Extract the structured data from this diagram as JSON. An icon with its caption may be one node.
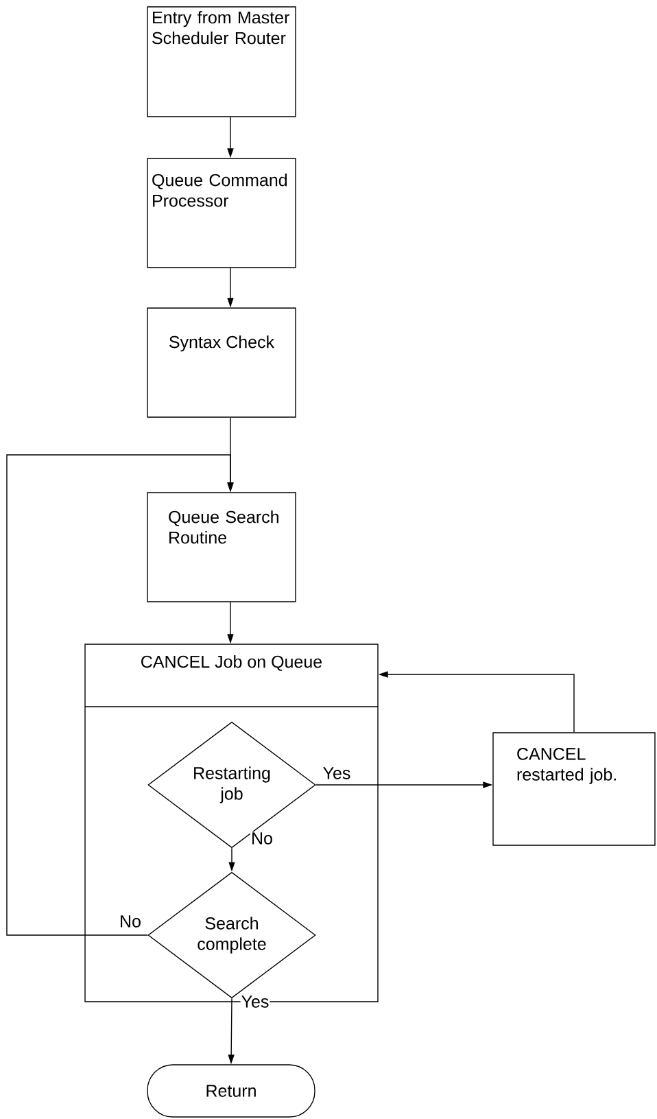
{
  "diagram": {
    "nodes": [
      {
        "text": [
          "Entry from Master Scheduler Router"
        ]
      },
      {
        "text": [
          "Queue Command Processor"
        ]
      },
      {
        "text": [
          "Syntax Check"
        ]
      },
      {
        "text": [
          "Queue Search Routine"
        ]
      },
      {
        "text": [
          "CANCEL Job on Queue"
        ]
      },
      {
        "text": [
          "Restarting job"
        ],
        "in": 4
      },
      {
        "text": [
          "Search complete"
        ],
        "in": 4
      },
      {
        "text": [
          "CANCEL restarted job."
        ]
      },
      {
        "text": [
          "Return"
        ]
      }
    ],
    "edges": [
      {
        "from": 0,
        "to": 1,
        "arrow": "to"
      },
      {
        "from": 1,
        "to": 2,
        "arrow": "to"
      },
      {
        "from": 2,
        "to": 3,
        "arrow": "to"
      },
      {
        "from": 6,
        "to": 3,
        "arrow": "to",
        "label": "No"
      },
      {
        "from": 3,
        "to": 4,
        "arrow": "to"
      },
      {
        "from": 5,
        "to": 7,
        "arrow": "to",
        "label": "Yes"
      },
      {
        "from": 7,
        "to": 4,
        "arrow": "to"
      },
      {
        "from": 5,
        "to": 6,
        "arrow": "to",
        "label": "No"
      },
      {
        "from": 6,
        "to": 8,
        "arrow": "to",
        "label": "Yes"
      }
    ]
  }
}
